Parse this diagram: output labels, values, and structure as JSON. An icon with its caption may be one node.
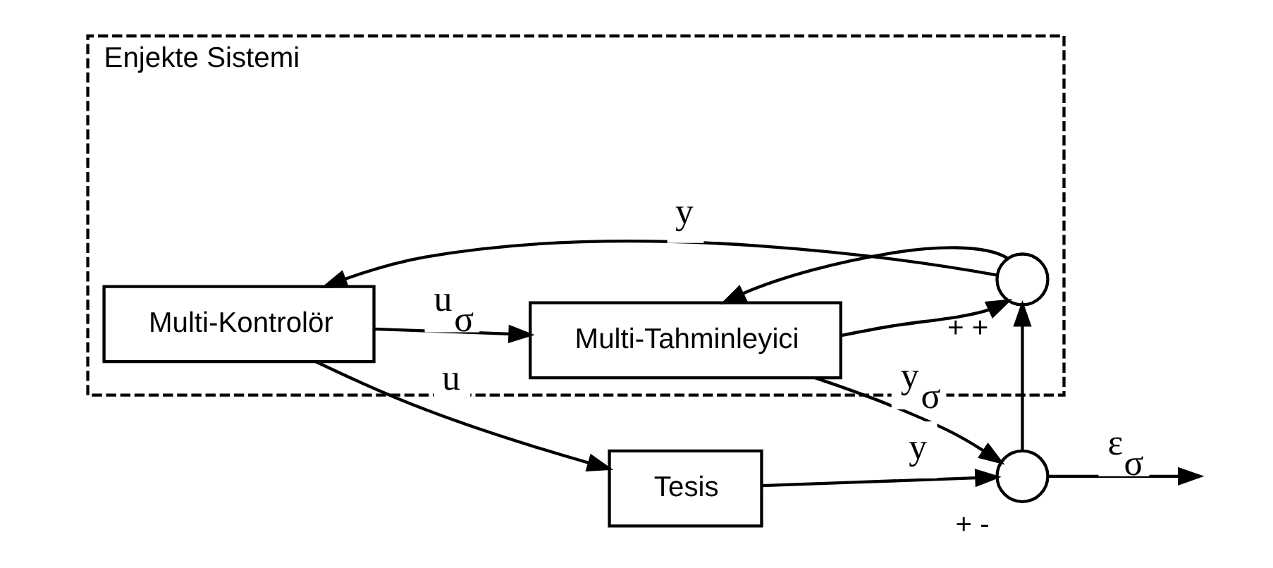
{
  "diagram": {
    "nodes": [
      {
        "text": [
          "Enjekte Sistemi"
        ]
      },
      {
        "text": [
          "Multi-Kontrolör"
        ],
        "in": 0
      },
      {
        "text": [
          "Multi-Tahminleyici"
        ],
        "in": 0
      },
      {
        "text": [
          "Tesis"
        ]
      },
      {
        "text": [],
        "shape": "circle",
        "beside": [
          "+",
          "-"
        ]
      },
      {
        "text": [],
        "shape": "circle",
        "in": 0,
        "beside": [
          "+",
          "+"
        ]
      }
    ],
    "edges": [
      {
        "from": 1,
        "to": 2,
        "arrow": "to",
        "label": "u$_{σ}$"
      },
      {
        "from": 1,
        "to": 3,
        "arrow": "to",
        "label": "u"
      },
      {
        "from": 3,
        "to": 4,
        "arrow": "to",
        "label": "y"
      },
      {
        "from": 2,
        "to": 4,
        "arrow": "to",
        "label": "y$_{σ}$"
      },
      {
        "from": 2,
        "to": 5,
        "arrow": "to"
      },
      {
        "from": 4,
        "to": null,
        "arrow": "to",
        "label": "ε$_{σ}$"
      },
      {
        "from": 4,
        "to": 5,
        "arrow": "to"
      },
      {
        "from": 5,
        "to": 1,
        "arrow": "to",
        "label": "y"
      },
      {
        "from": 5,
        "to": 2,
        "arrow": "to"
      }
    ]
  }
}
